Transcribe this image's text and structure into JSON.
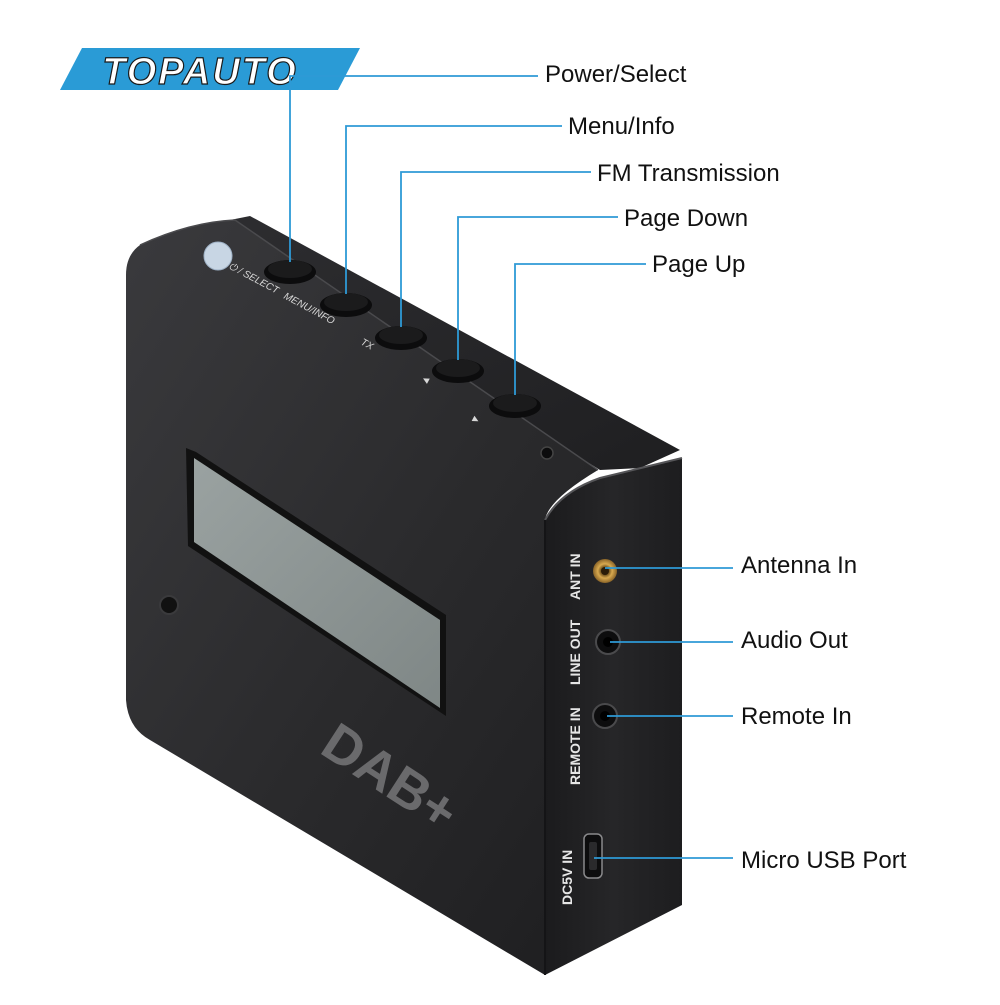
{
  "brand": {
    "logo_text": "TOPAUTO",
    "logo_color": "#2a9bd6"
  },
  "callouts": {
    "power_select": "Power/Select",
    "menu_info": "Menu/Info",
    "fm_transmission": "FM Transmission",
    "page_down": "Page Down",
    "page_up": "Page Up",
    "antenna_in": "Antenna In",
    "audio_out": "Audio Out",
    "remote_in": "Remote In",
    "micro_usb_port": "Micro USB Port"
  },
  "device": {
    "front_mark": "DAB+",
    "top_labels": {
      "select": "⏻ / SELECT",
      "menu_info": "MENU/INFO",
      "tx": "TX",
      "prev_arrow": "◄",
      "next_arrow": "►"
    },
    "side_labels": {
      "ant_in": "ANT IN",
      "line_out": "LINE OUT",
      "remote_in": "REMOTE IN",
      "dc5v_in": "DC5V IN"
    },
    "colors": {
      "body": "#2b2b2d",
      "screen": "#8e9695",
      "callout_line": "#2e9ad6"
    }
  }
}
